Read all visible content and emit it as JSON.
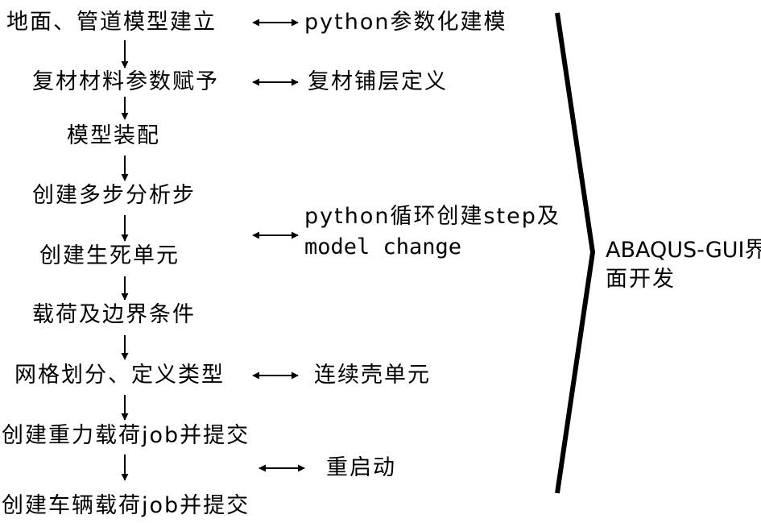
{
  "steps": [
    "地面、管道模型建立",
    "复材材料参数赋予",
    "模型装配",
    "创建多步分析步",
    "创建生死单元",
    "载荷及边界条件",
    "网格划分、定义类型",
    "创建重力载荷job并提交",
    "创建车辆载荷job并提交"
  ],
  "notes": {
    "python_modeling": "python参数化建模",
    "composite_layup": "复材铺层定义",
    "step_loop_line1": "python循环创建step及",
    "step_loop_line2": "model change",
    "continuum_shell": "连续壳单元",
    "restart": "重启动"
  },
  "brace_label": {
    "line1": "ABAQUS-GUI界",
    "line2": "面开发"
  }
}
